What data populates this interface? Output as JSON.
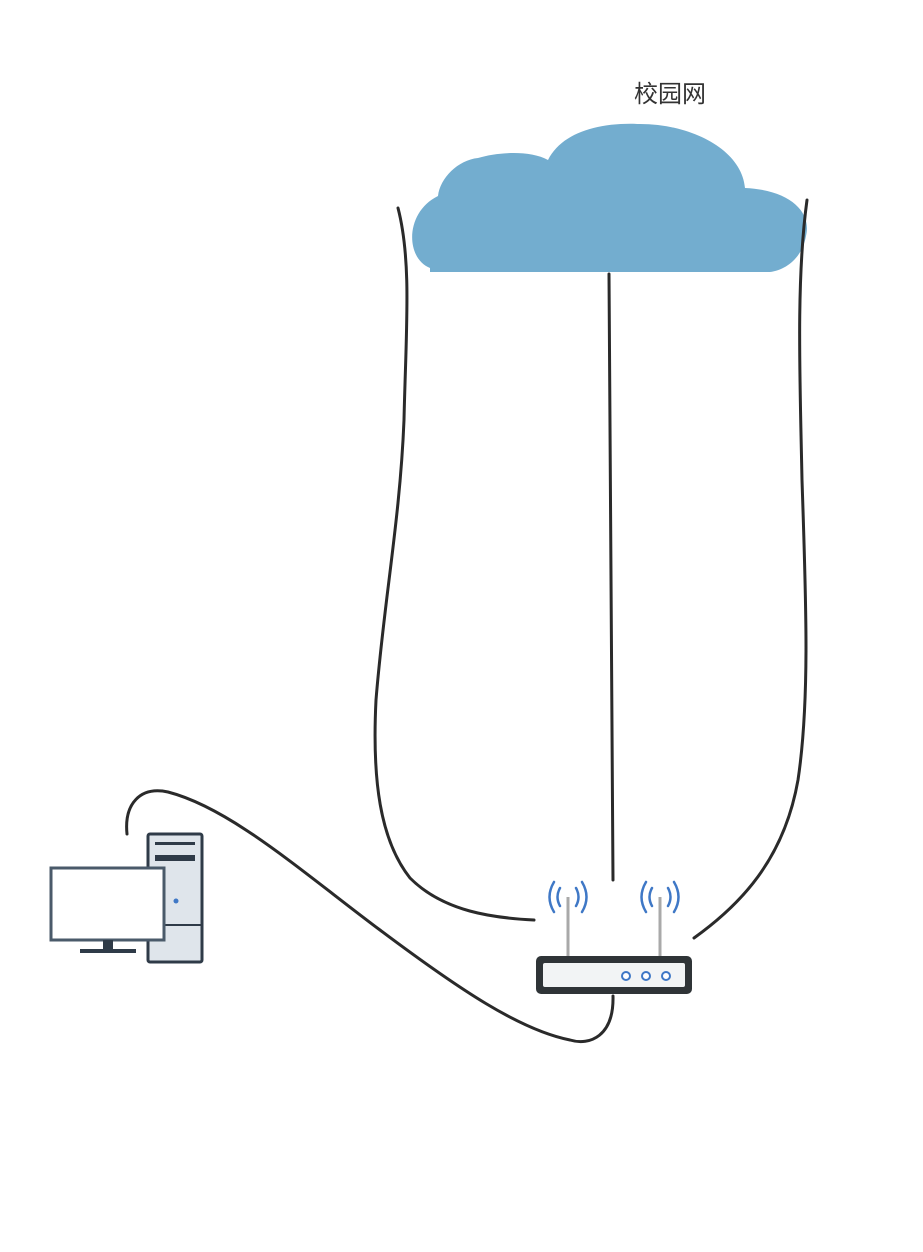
{
  "diagram": {
    "cloud_label": "校园网",
    "colors": {
      "cloud": "#73adcf",
      "cable": "#2a2a2a",
      "router_body": "#2f3437",
      "router_face": "#f2f4f5",
      "wifi_wave": "#3f78c6",
      "antenna": "#a9a9a9",
      "monitor_frame": "#4a5a6a",
      "tower_body": "#dfe5eb",
      "tower_outline": "#2f3b48"
    },
    "nodes": [
      {
        "id": "campus-network",
        "kind": "cloud",
        "icon": "cloud-icon"
      },
      {
        "id": "wireless-router",
        "kind": "router",
        "icon": "wifi-router-icon"
      },
      {
        "id": "desktop-pc",
        "kind": "computer",
        "icon": "desktop-computer-icon"
      }
    ],
    "edges": [
      {
        "from": "campus-network",
        "to": "wireless-router"
      },
      {
        "from": "campus-network",
        "to": "wireless-router"
      },
      {
        "from": "campus-network",
        "to": "wireless-router"
      },
      {
        "from": "wireless-router",
        "to": "desktop-pc"
      }
    ]
  }
}
